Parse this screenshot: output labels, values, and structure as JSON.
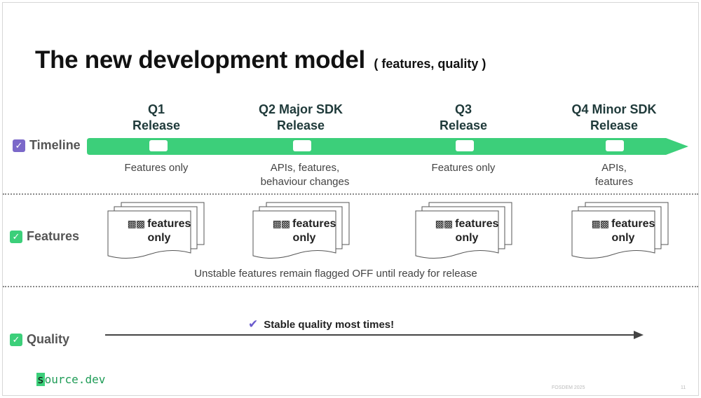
{
  "slide": {
    "title": "The new development model",
    "subtitle": "( features, quality )"
  },
  "quarters": [
    {
      "line1": "Q1",
      "line2": "Release",
      "desc1": "Features only",
      "desc2": ""
    },
    {
      "line1": "Q2 Major SDK",
      "line2": "Release",
      "desc1": "APIs, features,",
      "desc2": "behaviour changes"
    },
    {
      "line1": "Q3",
      "line2": "Release",
      "desc1": "Features only",
      "desc2": ""
    },
    {
      "line1": "Q4 Minor SDK",
      "line2": "Release",
      "desc1": "APIs,",
      "desc2": "features"
    }
  ],
  "rows": {
    "timeline": "Timeline",
    "features": "Features",
    "quality": "Quality"
  },
  "feature_stacks": [
    {
      "flag": "▩▩",
      "line1": "features",
      "line2": "only"
    },
    {
      "flag": "▩▩",
      "line1": "features",
      "line2": "only"
    },
    {
      "flag": "▩▩",
      "line1": "features",
      "line2": "only"
    },
    {
      "flag": "▩▩",
      "line1": "features",
      "line2": "only"
    }
  ],
  "features_note": "Unstable features remain flagged OFF until ready for release",
  "quality_note": "Stable quality most times!",
  "branding": {
    "first": "s",
    "rest": "ource.dev"
  },
  "footer": {
    "event": "FOSDEM 2025",
    "page": "11"
  },
  "colors": {
    "accent_green": "#3ccf7a",
    "check_purple": "#7b68c9",
    "heading": "#1f3a3a"
  },
  "icons": {
    "timeline_check": "check-square-icon",
    "features_check": "check-square-icon",
    "quality_check": "check-square-icon",
    "stable_check": "checkmark-icon",
    "flag": "checkered-flag-icon"
  }
}
